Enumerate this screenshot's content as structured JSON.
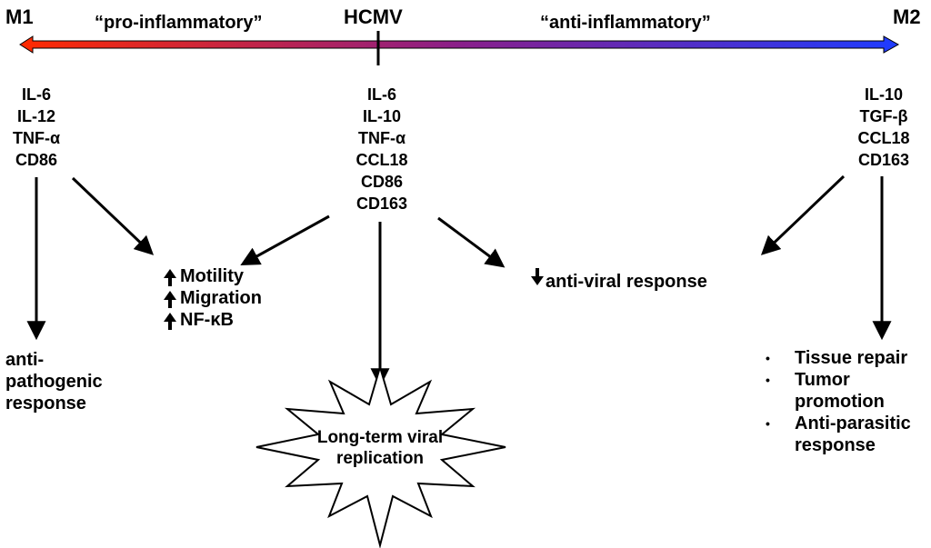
{
  "axis": {
    "left_label": "M1",
    "center_label": "HCMV",
    "right_label": "M2",
    "left_tag": "“pro-inflammatory”",
    "right_tag": "“anti-inflammatory”",
    "gradient_start_color": "#ff2a00",
    "gradient_mid_color": "#8a1f8a",
    "gradient_end_color": "#1e3cff"
  },
  "m1_markers": [
    "IL-6",
    "IL-12",
    "TNF-α",
    "CD86"
  ],
  "hcmv_markers": [
    "IL-6",
    "IL-10",
    "TNF-α",
    "CCL18",
    "CD86",
    "CD163"
  ],
  "m2_markers": [
    "IL-10",
    "TGF-β",
    "CCL18",
    "CD163"
  ],
  "upregulated": [
    "Motility",
    "Migration",
    "NF-κB"
  ],
  "downregulated": "anti-viral response",
  "m1_outcome": [
    "anti-",
    "pathogenic",
    "response"
  ],
  "hcmv_outcome": [
    "Long-term viral",
    "replication"
  ],
  "m2_outcomes": [
    "Tissue repair",
    "Tumor promotion",
    "Anti-parasitic response"
  ],
  "icons": {
    "up": "up-arrow-icon",
    "down": "down-arrow-icon",
    "bullet": "bullet-icon",
    "burst": "starburst-shape"
  }
}
